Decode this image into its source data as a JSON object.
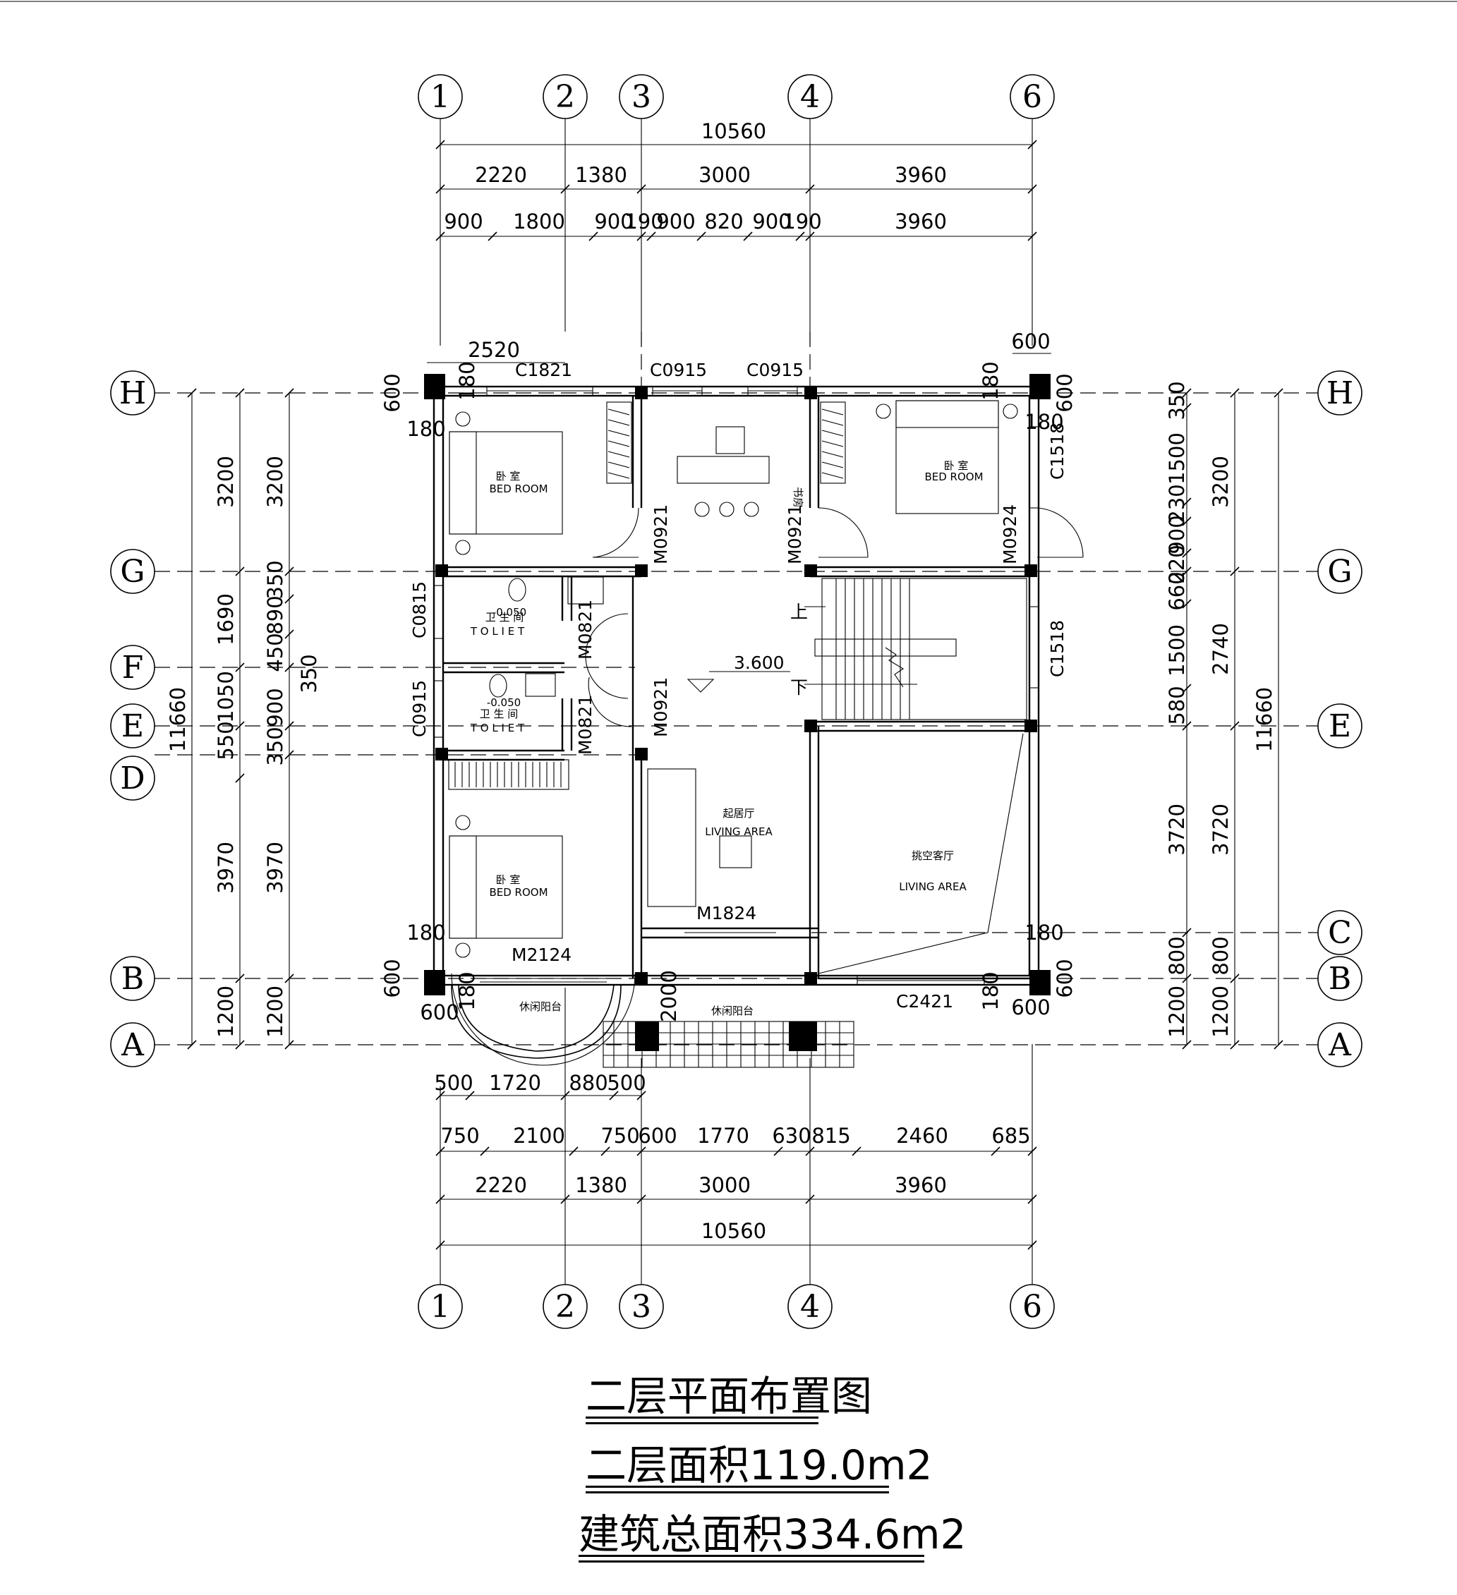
{
  "axes_top": [
    "1",
    "2",
    "3",
    "4",
    "6"
  ],
  "axes_bottom": [
    "1",
    "2",
    "3",
    "4",
    "6"
  ],
  "axes_left": [
    "H",
    "G",
    "F",
    "E",
    "D",
    "B",
    "A"
  ],
  "axes_right": [
    "H",
    "G",
    "E",
    "C",
    "B",
    "A"
  ],
  "dims_top_total": "10560",
  "dims_top_mid": [
    "2220",
    "1380",
    "3000",
    "3960"
  ],
  "dims_top_detail": [
    "900",
    "1800",
    "900",
    "190",
    "900",
    "820",
    "900",
    "190",
    "3960"
  ],
  "dims_bottom_total": "10560",
  "dims_bottom_mid": [
    "2220",
    "1380",
    "3000",
    "3960"
  ],
  "dims_bottom_detail": [
    "750",
    "2100",
    "750",
    "600",
    "1770",
    "630",
    "815",
    "2460",
    "685"
  ],
  "dims_bottom_balcony": [
    "500",
    "1720",
    "880",
    "500"
  ],
  "dims_left_outer": [
    "11660"
  ],
  "dims_left_a": [
    "3200",
    "1690",
    "1050",
    "550",
    "3970",
    "1200"
  ],
  "dims_left_b": [
    "3200",
    "350",
    "890",
    "450",
    "900",
    "350",
    "3970",
    "1200"
  ],
  "dims_left_c": "350",
  "dims_right_a": [
    "350",
    "1500",
    "230",
    "900",
    "220",
    "660",
    "1500",
    "580",
    "3720",
    "800",
    "1200"
  ],
  "dims_right_b": [
    "3200",
    "2740",
    "3720",
    "800",
    "1200"
  ],
  "dims_right_outer": "11660",
  "corner_dims": {
    "d2520": "2520",
    "d600a": "600",
    "d600b": "600",
    "d600c": "600",
    "d600d": "600",
    "d600e": "600",
    "d600f": "600",
    "d600g": "600",
    "d600h": "600",
    "d180a": "180",
    "d180b": "180",
    "d180c": "180",
    "d180d": "180",
    "d180e": "180",
    "d180f": "180",
    "d180g": "180",
    "d180h": "180",
    "d2000": "2000"
  },
  "openings": {
    "c1821": "C1821",
    "c0915a": "C0915",
    "c0915b": "C0915",
    "c1518a": "C1518",
    "c1518b": "C1518",
    "c0815": "C0815",
    "c0915c": "C0915",
    "c2421": "C2421",
    "m0921a": "M0921",
    "m0921b": "M0921",
    "m0921c": "M0921",
    "m0924": "M0924",
    "m0821a": "M0821",
    "m0821b": "M0821",
    "m1824": "M1824",
    "m2124": "M2124"
  },
  "rooms": {
    "bed1_cn": "卧 室",
    "bed1_en": "BED   ROOM",
    "bed2_cn": "卧 室",
    "bed2_en": "BED   ROOM",
    "bed3_cn": "卧 室",
    "bed3_en": "BED   ROOM",
    "wc1_cn": "卫 生 间",
    "wc1_en": "T O L I E T",
    "wc2_cn": "卫 生 间",
    "wc2_en": "T O L I E T",
    "wc_level1": "-0.050",
    "wc_level2": "-0.050",
    "study": "书房",
    "living_cn": "起居厅",
    "living_en": "LIVING    AREA",
    "void_cn": "挑空客厅",
    "void_en": "LIVING    AREA",
    "balcony1": "休闲阳台",
    "balcony2": "休闲阳台",
    "up": "上",
    "down": "下",
    "level": "3.600"
  },
  "titles": {
    "plan_name": "二层平面布置图",
    "floor_area": "二层面积119.0m2",
    "total_area": "建筑总面积334.6m2"
  }
}
